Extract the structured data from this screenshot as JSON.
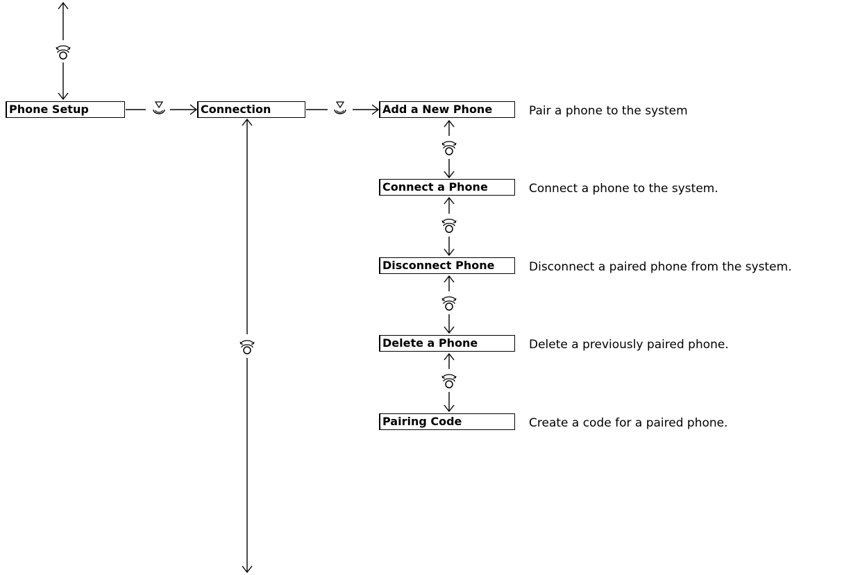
{
  "menus": {
    "phone_setup": "Phone Setup",
    "connection": "Connection",
    "submenu": [
      {
        "label": "Add a New Phone",
        "description": "Pair a phone to the system"
      },
      {
        "label": "Connect a Phone",
        "description": "Connect a phone to the system."
      },
      {
        "label": "Disconnect Phone",
        "description": "Disconnect a paired phone from the system."
      },
      {
        "label": "Delete a Phone",
        "description": "Delete a previously paired phone."
      },
      {
        "label": "Pairing Code",
        "description": "Create a code for a paired phone."
      }
    ]
  },
  "icons": {
    "rotate": "rotate-selector-icon",
    "press": "press-selector-icon"
  },
  "colors": {
    "line": "#000000",
    "background": "#ffffff"
  }
}
